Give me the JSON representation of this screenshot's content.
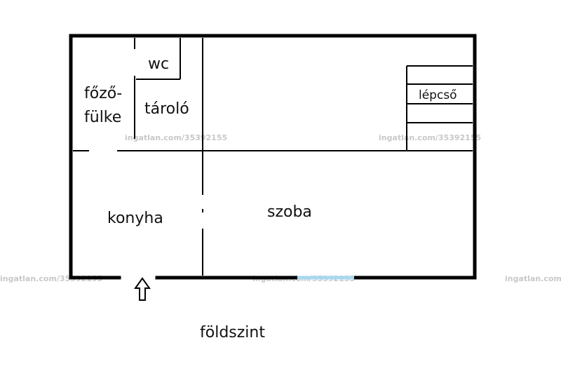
{
  "plan": {
    "rooms": {
      "wc": "wc",
      "fozo_line1": "főző-",
      "fozo_line2": "fülke",
      "tarolo": "tároló",
      "lepcso": "lépcső",
      "konyha": "konyha",
      "szoba": "szoba"
    },
    "level": "földszint",
    "watermark": "ingatlan.com/35392155",
    "colors": {
      "wall": "#000000",
      "window": "#a8d8ee"
    }
  }
}
